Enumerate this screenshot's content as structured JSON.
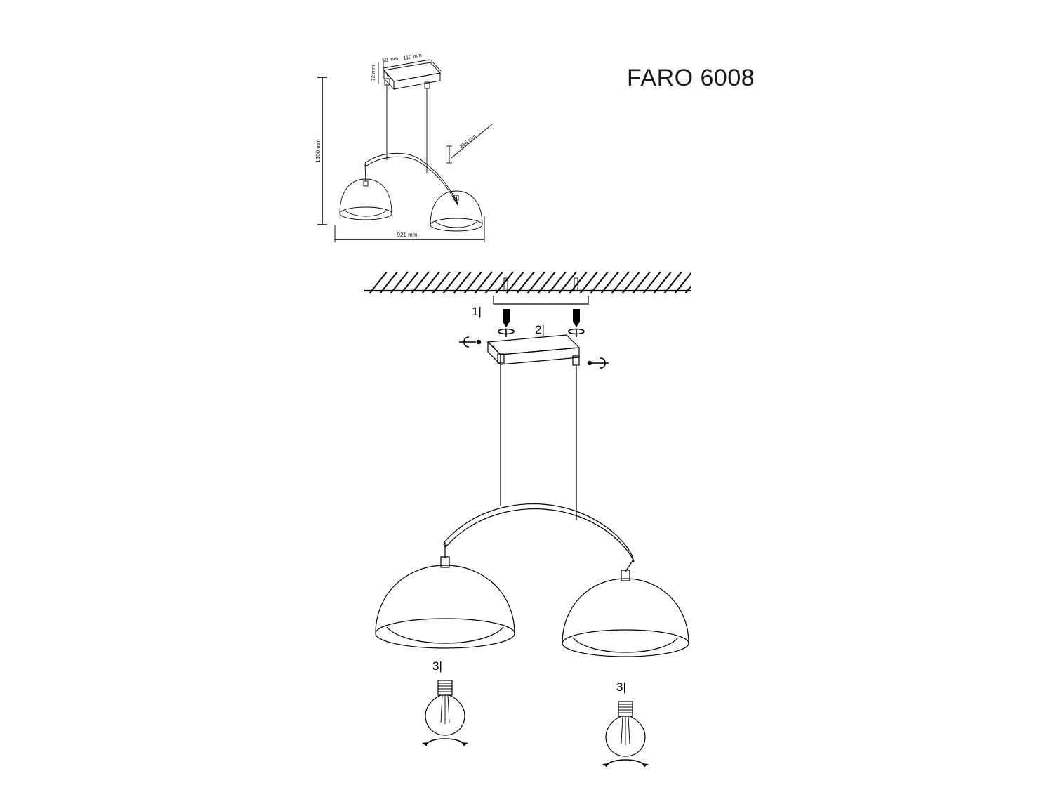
{
  "document": {
    "type": "assembly-instruction-drawing",
    "title": "FARO 6008",
    "background_color": "#ffffff",
    "line_color": "#000000"
  },
  "overview_drawing": {
    "name": "dimensioned-product-view",
    "dimensions": {
      "overall_height": "1300 mm",
      "overall_width": "921 mm",
      "canopy_width": "110 mm",
      "canopy_depth": "50 mm",
      "canopy_height": "72 mm",
      "shade_diameter": "336 mm"
    },
    "labels": {
      "height": "1300 mm",
      "width": "921 mm",
      "canopy_length": "110 mm",
      "canopy_depth": "50 mm",
      "canopy_height": "72 mm",
      "shade": "336 mm"
    }
  },
  "assembly_drawing": {
    "name": "installation-steps-view",
    "ceiling_label": "ceiling-hatching",
    "steps": [
      {
        "id": "step-1",
        "label": "1|",
        "description": "wall plugs and screws into ceiling"
      },
      {
        "id": "step-2",
        "label": "2|",
        "description": "mount ceiling plate with screwdriver"
      },
      {
        "id": "step-3a",
        "label": "3|",
        "description": "install bulb in left shade"
      },
      {
        "id": "step-3b",
        "label": "3|",
        "description": "install bulb in right shade"
      }
    ],
    "tool_icons": [
      {
        "id": "screwdriver-left",
        "name": "screwdriver-icon"
      },
      {
        "id": "screwdriver-right",
        "name": "screwdriver-icon"
      }
    ],
    "fasteners": [
      {
        "id": "anchor-left",
        "name": "wall-anchor-icon"
      },
      {
        "id": "anchor-right",
        "name": "wall-anchor-icon"
      },
      {
        "id": "screw-left",
        "name": "screw-icon"
      },
      {
        "id": "screw-right",
        "name": "screw-icon"
      }
    ],
    "bulbs": [
      {
        "id": "bulb-left",
        "name": "light-bulb-icon",
        "rotation_hint": "rotate-arc"
      },
      {
        "id": "bulb-right",
        "name": "light-bulb-icon",
        "rotation_hint": "rotate-arc"
      }
    ]
  }
}
